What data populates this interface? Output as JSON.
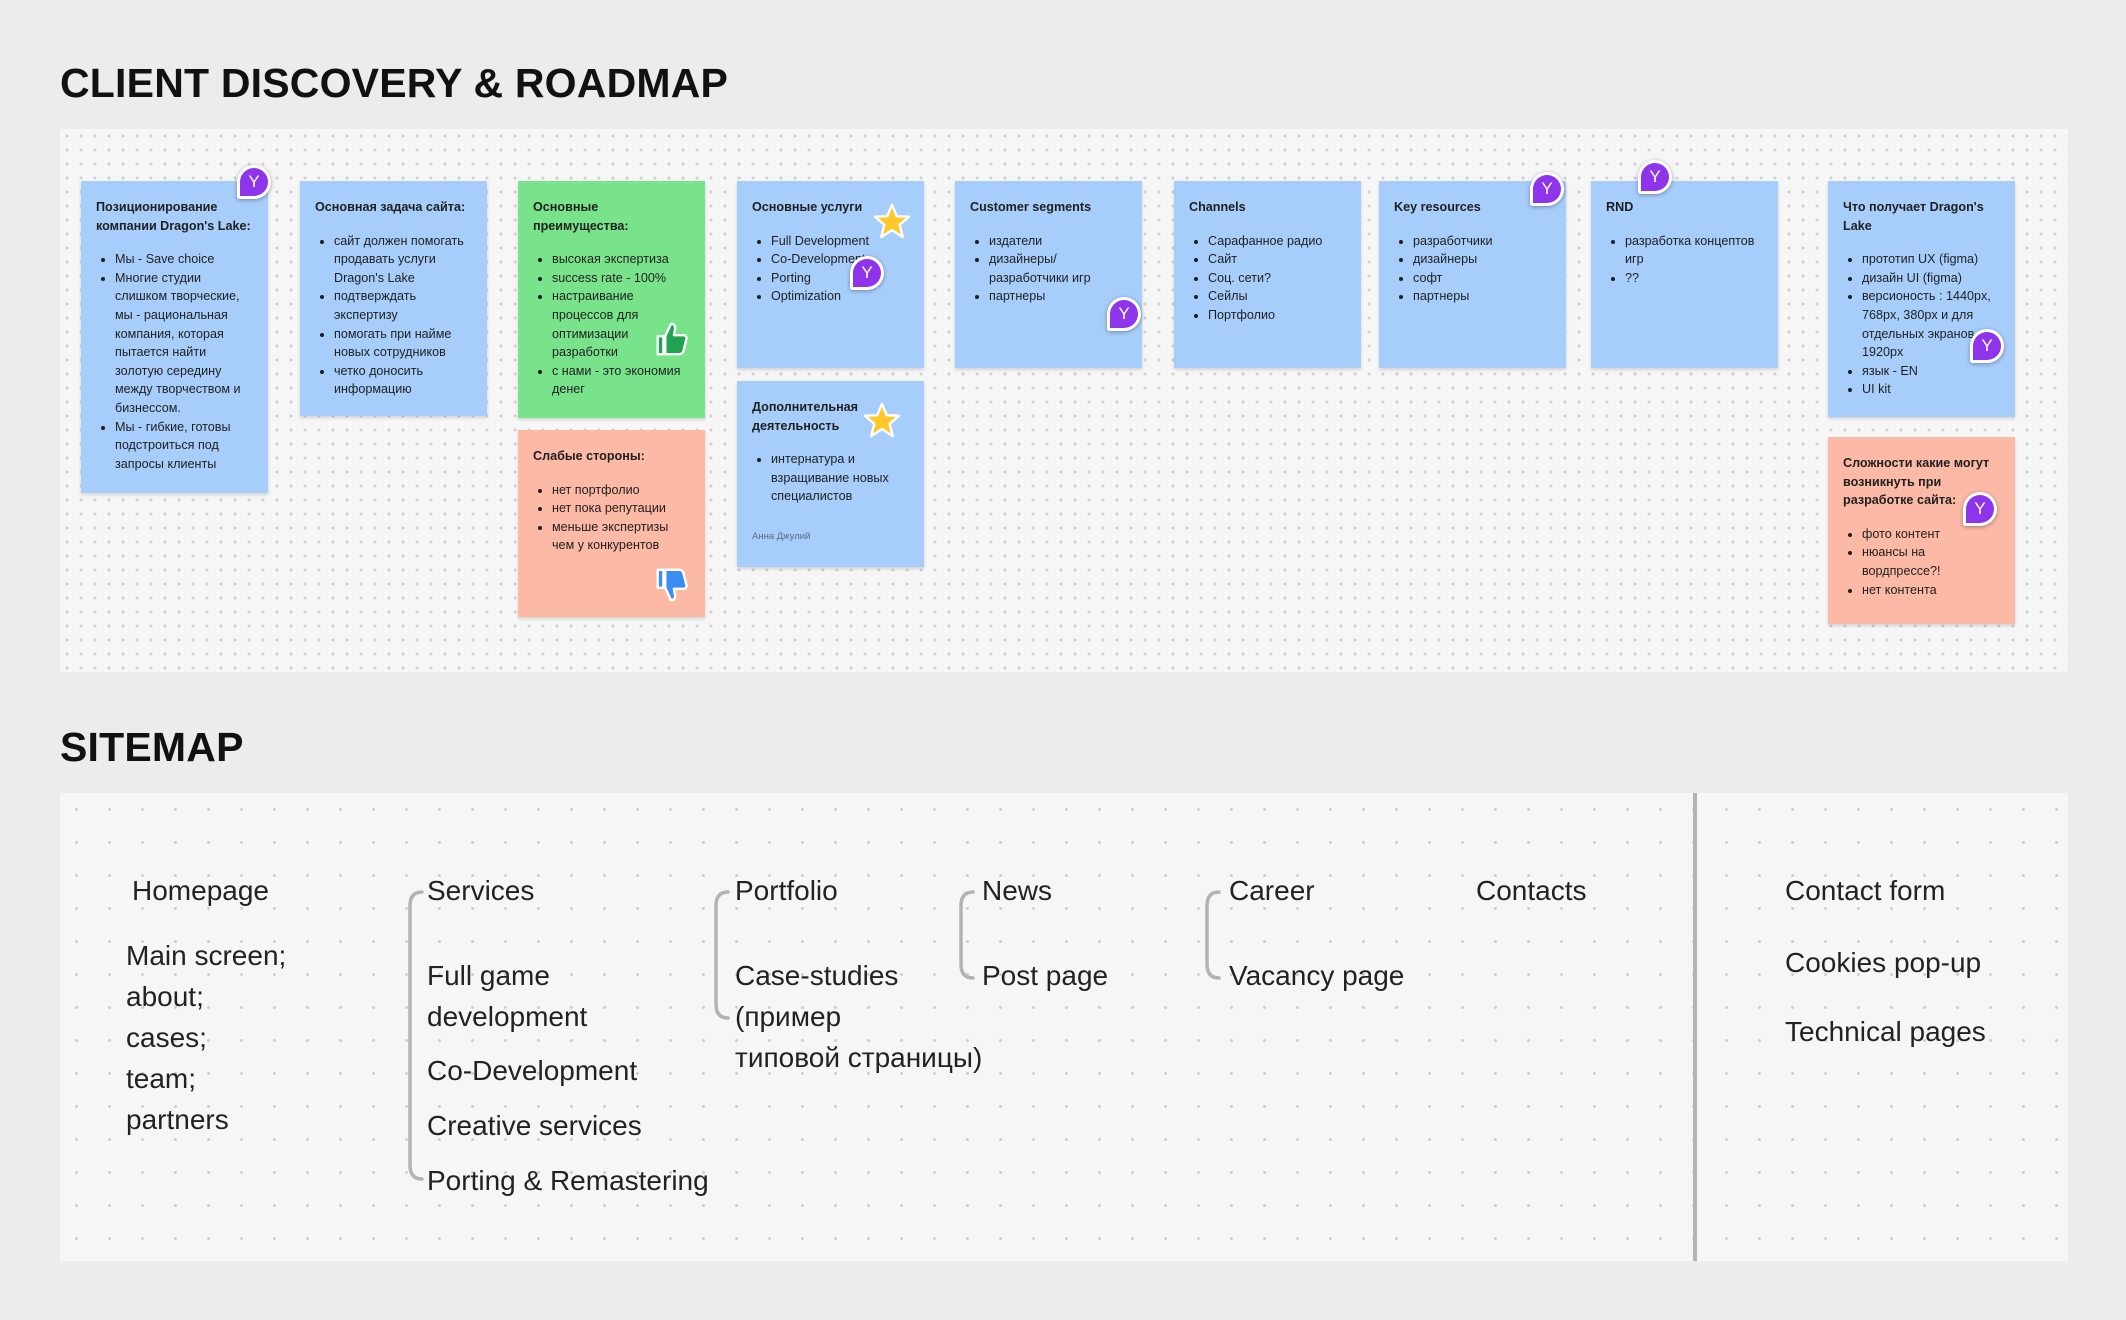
{
  "sections": {
    "discovery_title": "CLIENT DISCOVERY & ROADMAP",
    "sitemap_title": "SITEMAP"
  },
  "avatar_label": "Y",
  "colors": {
    "blue_note": "#a7cdfb",
    "green_note": "#79e38c",
    "red_note": "#fcb9a6",
    "avatar": "#8e34ea"
  },
  "icons": {
    "star": "star-icon",
    "thumbs_up": "thumbs-up-icon",
    "thumbs_down": "thumbs-down-icon"
  },
  "notes": {
    "positioning": {
      "title": "Позиционирование компании Dragon's Lake:",
      "items": [
        "Мы - Save choice",
        "Многие студии слишком творческие, мы - рациональная компания, которая пытается найти золотую середину между творчеством и бизнессом.",
        "Мы - гибкие, готовы подстроиться под запросы клиенты"
      ]
    },
    "site_task": {
      "title": "Основная задача сайта:",
      "items": [
        "сайт должен помогать продавать услуги Dragon's Lake",
        "подтверждать экспертизу",
        "помогать при найме новых сотрудников",
        "четко доносить информацию"
      ]
    },
    "advantages": {
      "title": "Основные преимущества:",
      "items": [
        "высокая экспертиза",
        "success rate - 100%",
        "настраивание процессов для оптимизации разработки",
        "с нами - это экономия денег"
      ]
    },
    "weaknesses": {
      "title": "Слабые стороны:",
      "items": [
        "нет портфолио",
        "нет пока репутации",
        "меньше экспертизы чем у конкурентов"
      ]
    },
    "services": {
      "title": "Основные услуги",
      "items": [
        "Full Development",
        "Co-Development",
        "Porting",
        "Optimization"
      ]
    },
    "extra": {
      "title": "Дополнительная деятельность",
      "items": [
        "интернатура и взращивание новых специалистов"
      ],
      "author": "Анна Джулий"
    },
    "segments": {
      "title": "Customer segments",
      "items": [
        "издатели",
        "дизайнеры/разработчики игр",
        "партнеры"
      ]
    },
    "channels": {
      "title": "Channels",
      "items": [
        "Сарафанное радио",
        "Сайт",
        "Соц. сети?",
        "Сейлы",
        "Портфолио"
      ]
    },
    "resources": {
      "title": "Key resources",
      "items": [
        "разработчики",
        "дизайнеры",
        "софт",
        "партнеры"
      ]
    },
    "rnd": {
      "title": "RND",
      "items": [
        "разработка концептов игр",
        "??"
      ]
    },
    "deliverables": {
      "title": "Что получает Dragon's Lake",
      "items": [
        "прототип UX (figma)",
        "дизайн UI (figma)",
        "версионость : 1440px, 768px, 380px и для отдельных экранов 1920px",
        "язык - EN",
        "UI kit"
      ]
    },
    "difficulties": {
      "title": "Сложности какие могут возникнуть при разработке сайта:",
      "items": [
        "фото контент",
        "нюансы на вордпрессе?!",
        "нет контента"
      ]
    }
  },
  "sitemap": {
    "homepage": {
      "title": "Homepage",
      "children": [
        "Main screen;",
        "about;",
        "cases;",
        "team;",
        "partners"
      ]
    },
    "services": {
      "title": "Services",
      "children": [
        "Full game",
        "development",
        "Co-Development",
        "Creative services",
        "Porting & Remastering"
      ]
    },
    "portfolio": {
      "title": "Portfolio",
      "children": [
        "Case-studies",
        "(пример",
        "типовой страницы)"
      ]
    },
    "news": {
      "title": "News",
      "children": [
        "Post page"
      ]
    },
    "career": {
      "title": "Career",
      "children": [
        "Vacancy page"
      ]
    },
    "contacts": {
      "title": "Contacts"
    },
    "extra": [
      "Contact form",
      "Cookies pop-up",
      "Technical pages"
    ]
  }
}
